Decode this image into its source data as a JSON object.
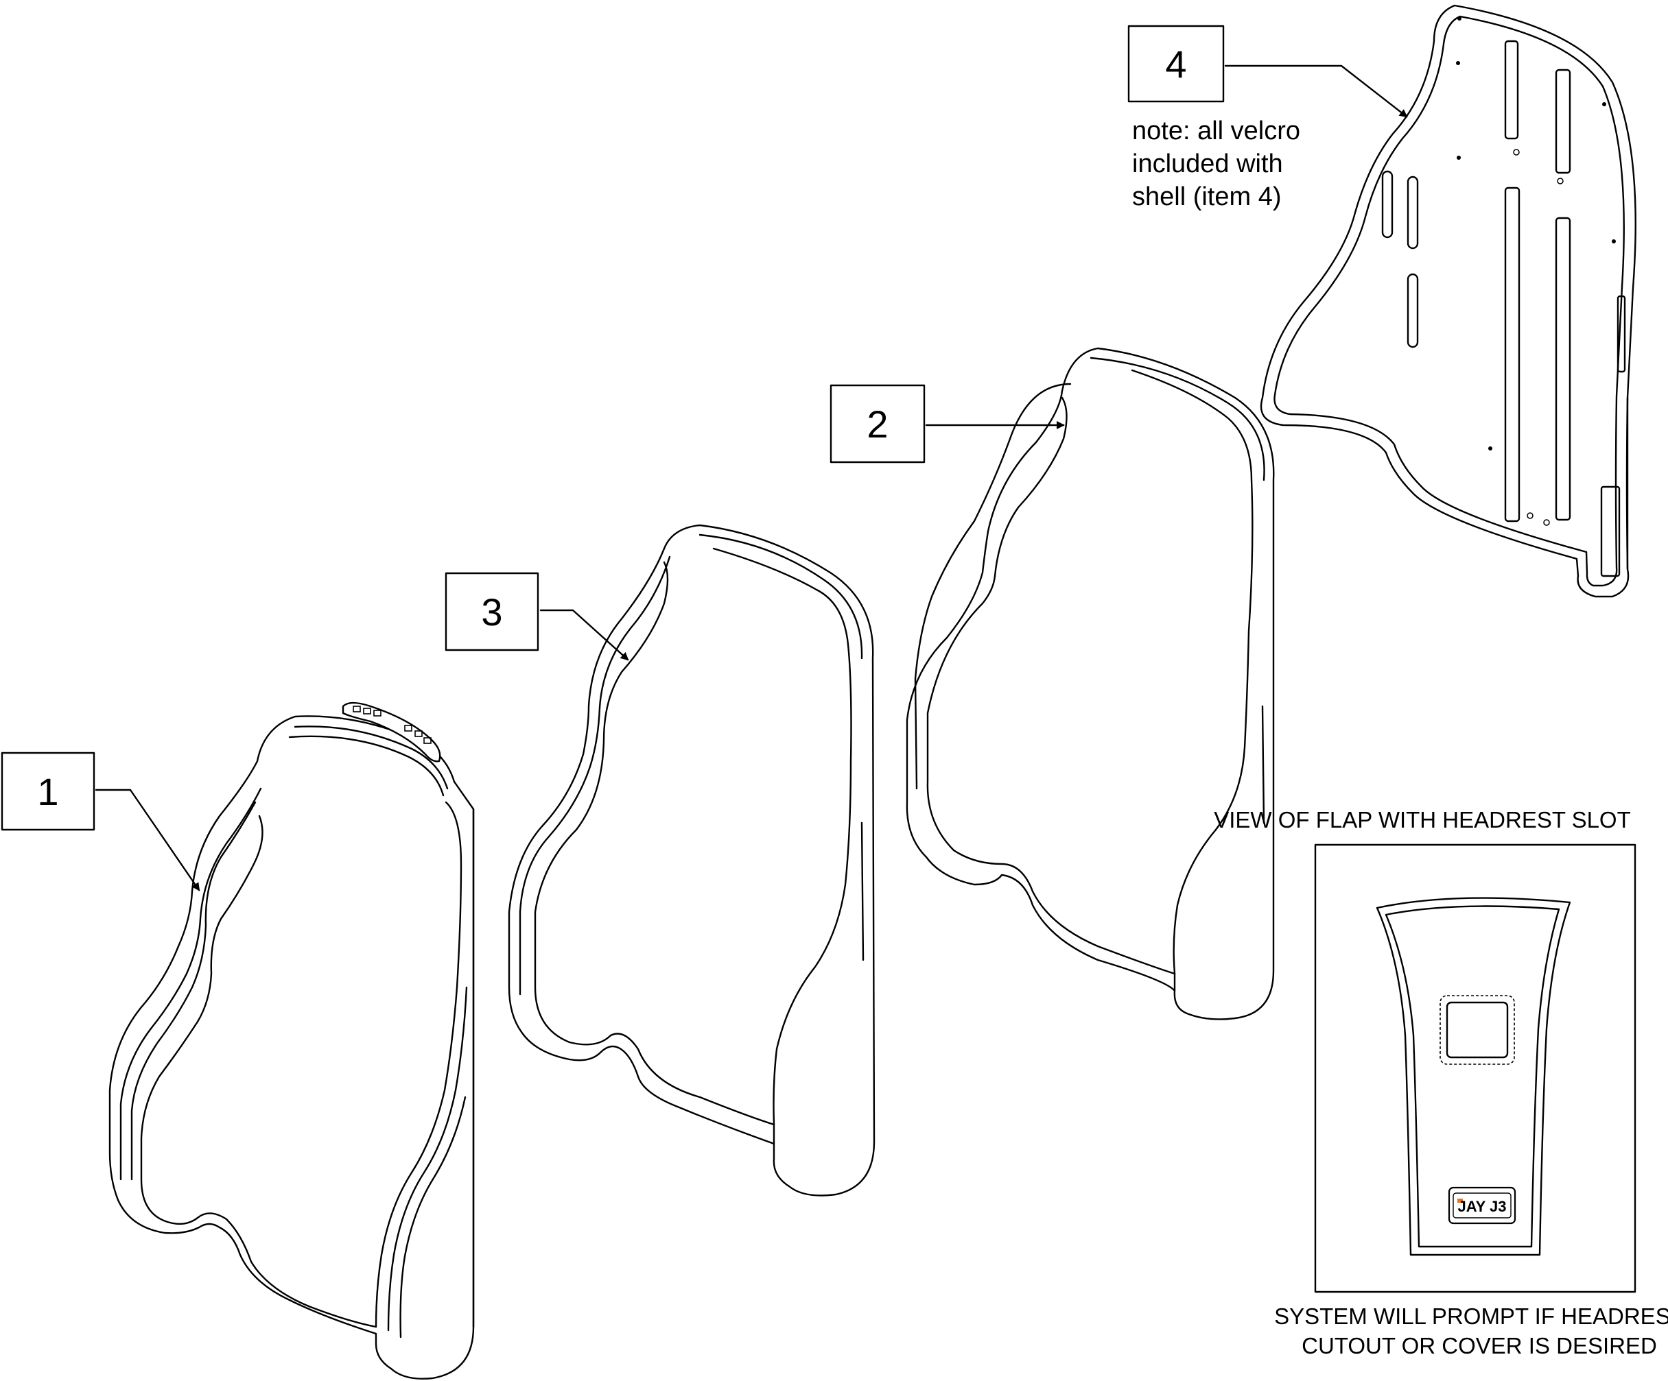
{
  "callouts": [
    {
      "id": "1",
      "label": "1"
    },
    {
      "id": "2",
      "label": "2"
    },
    {
      "id": "3",
      "label": "3"
    },
    {
      "id": "4",
      "label": "4"
    }
  ],
  "note": {
    "line1": "note: all velcro",
    "line2": "included with",
    "line3": "shell (item 4)"
  },
  "detail": {
    "title": "VIEW OF FLAP WITH HEADREST SLOT",
    "caption_line1": "SYSTEM WILL PROMPT IF HEADREST",
    "caption_line2": "CUTOUT OR COVER IS DESIRED",
    "brand": "JAY J3"
  },
  "colors": {
    "line": "#000000",
    "background": "#ffffff",
    "brand_accent": "#e87722"
  }
}
